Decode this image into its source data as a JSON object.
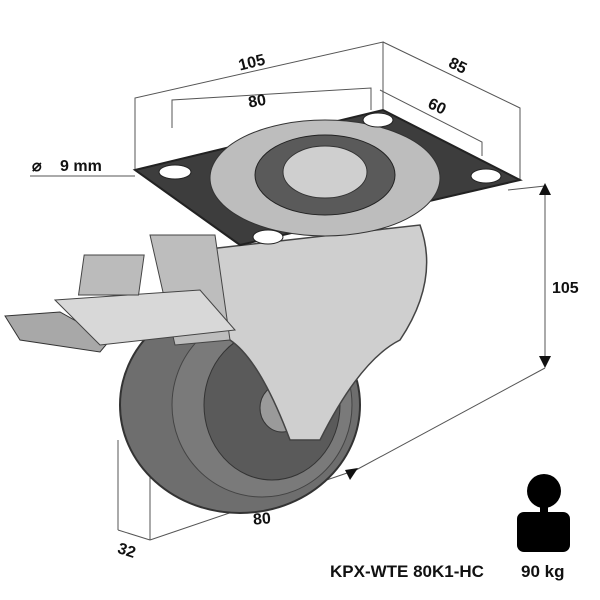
{
  "dimensions": {
    "plate_length": "105",
    "plate_width": "85",
    "hole_spacing_length": "80",
    "hole_spacing_width": "60",
    "hole_diameter": "9 mm",
    "hole_diameter_symbol": "⌀",
    "total_height": "105",
    "wheel_diameter": "80",
    "wheel_width": "32"
  },
  "product": {
    "model": "KPX-WTE 80K1-HC",
    "load_capacity": "90 kg",
    "load_icon": "weight-icon"
  },
  "colors": {
    "wheel": "#6e6e6e",
    "hub": "#5a5a5a",
    "metal": "#c8c8c8",
    "text": "#111111"
  }
}
